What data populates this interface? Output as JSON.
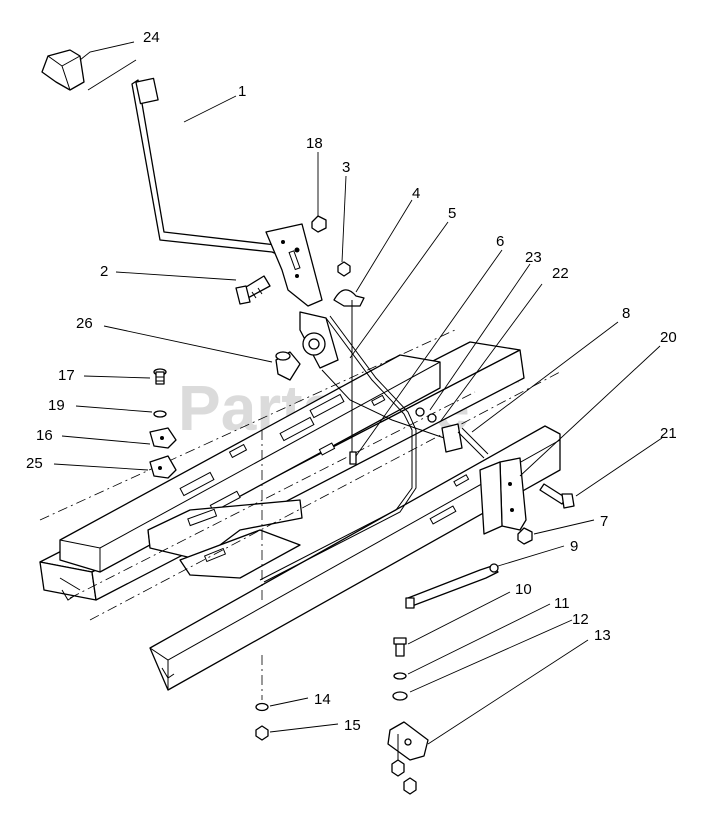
{
  "watermark": {
    "text": "PartsTree",
    "trademark": "™"
  },
  "callouts": [
    {
      "id": "c24",
      "label": "24"
    },
    {
      "id": "c1",
      "label": "1"
    },
    {
      "id": "c18",
      "label": "18"
    },
    {
      "id": "c3",
      "label": "3"
    },
    {
      "id": "c4",
      "label": "4"
    },
    {
      "id": "c5",
      "label": "5"
    },
    {
      "id": "c6",
      "label": "6"
    },
    {
      "id": "c23",
      "label": "23"
    },
    {
      "id": "c22",
      "label": "22"
    },
    {
      "id": "c2",
      "label": "2"
    },
    {
      "id": "c8",
      "label": "8"
    },
    {
      "id": "c20",
      "label": "20"
    },
    {
      "id": "c26",
      "label": "26"
    },
    {
      "id": "c17",
      "label": "17"
    },
    {
      "id": "c19",
      "label": "19"
    },
    {
      "id": "c16",
      "label": "16"
    },
    {
      "id": "c25",
      "label": "25"
    },
    {
      "id": "c21",
      "label": "21"
    },
    {
      "id": "c7",
      "label": "7"
    },
    {
      "id": "c9",
      "label": "9"
    },
    {
      "id": "c10",
      "label": "10"
    },
    {
      "id": "c11",
      "label": "11"
    },
    {
      "id": "c12",
      "label": "12"
    },
    {
      "id": "c13",
      "label": "13"
    },
    {
      "id": "c14",
      "label": "14"
    },
    {
      "id": "c15",
      "label": "15"
    }
  ]
}
